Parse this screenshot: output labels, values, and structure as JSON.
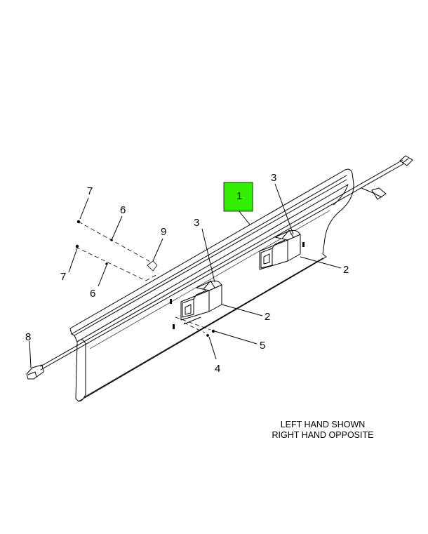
{
  "highlight_color": "#33ee00",
  "callouts": {
    "c1": "1",
    "c2a": "2",
    "c2b": "2",
    "c3a": "3",
    "c3b": "3",
    "c4": "4",
    "c5": "5",
    "c6a": "6",
    "c6b": "6",
    "c7a": "7",
    "c7b": "7",
    "c8": "8",
    "c9": "9"
  },
  "note": {
    "line1": "LEFT HAND SHOWN",
    "line2": "RIGHT HAND OPPOSITE"
  }
}
